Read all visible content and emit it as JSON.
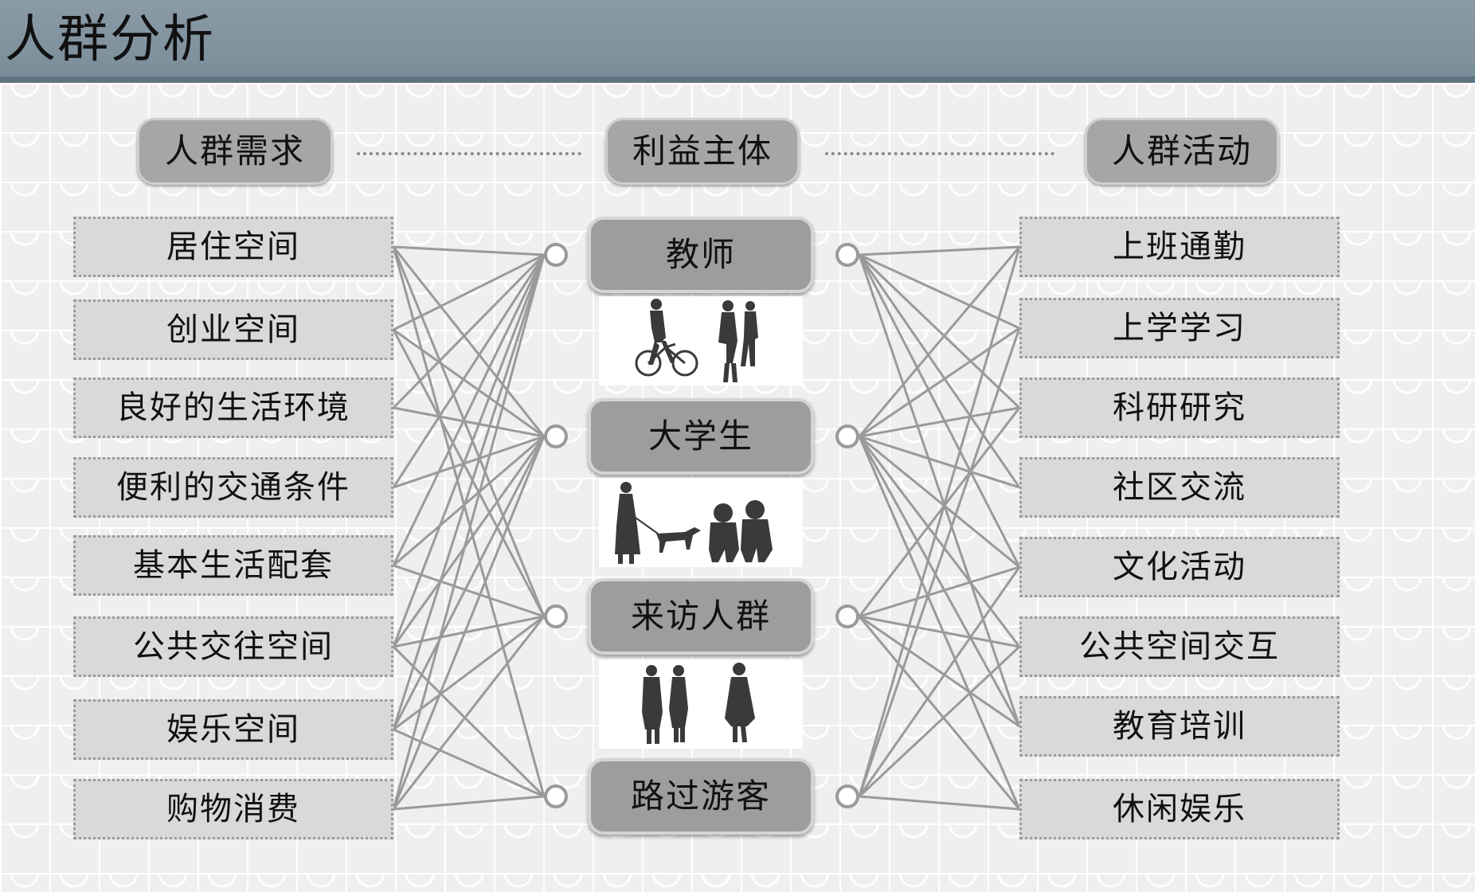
{
  "header": {
    "title": "人群分析"
  },
  "headings": {
    "needs": "人群需求",
    "stakeholders": "利益主体",
    "activities": "人群活动"
  },
  "needs": [
    "居住空间",
    "创业空间",
    "良好的生活环境",
    "便利的交通条件",
    "基本生活配套",
    "公共交往空间",
    "娱乐空间",
    "购物消费"
  ],
  "stakeholders": [
    "教师",
    "大学生",
    "来访人群",
    "路过游客"
  ],
  "activities": [
    "上班通勤",
    "上学学习",
    "科研研究",
    "社区交流",
    "文化活动",
    "公共空间交互",
    "教育培训",
    "休闲娱乐"
  ],
  "connections": {
    "needs": {
      "0": [
        0,
        1,
        2,
        3
      ],
      "1": [
        0,
        1,
        2
      ],
      "2": [
        0,
        1
      ],
      "3": [
        0,
        1
      ],
      "4": [
        0,
        1,
        2
      ],
      "5": [
        0,
        1,
        2,
        3
      ],
      "6": [
        0,
        1,
        2,
        3
      ],
      "7": [
        0,
        1,
        2,
        3
      ]
    },
    "activities": {
      "0": [
        0,
        1,
        3
      ],
      "1": [
        0,
        1,
        3
      ],
      "2": [
        0,
        1,
        2
      ],
      "3": [
        0,
        1
      ],
      "4": [
        0,
        1,
        2,
        3
      ],
      "5": [
        1,
        2,
        3
      ],
      "6": [
        0,
        1,
        2
      ],
      "7": [
        1,
        2,
        3
      ]
    }
  },
  "colors": {
    "header": "#7a8e9a",
    "box": "#d9d9d9",
    "actor": "#9d9d9d",
    "line": "#9a9a9a"
  },
  "illustrations": [
    "cyclist-and-pedestrians-silhouette",
    "dog-walker-and-children-silhouette",
    "visitors-group-silhouette"
  ]
}
